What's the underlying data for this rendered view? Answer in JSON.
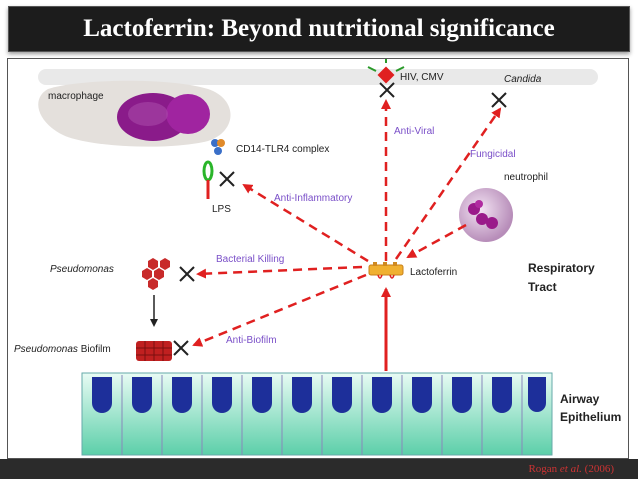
{
  "title": "Lactoferrin: Beyond nutritional significance",
  "citation": {
    "author": "Rogan",
    "etal": "et al.",
    "year": "(2006)"
  },
  "labels": {
    "macrophage": "macrophage",
    "cd14": "CD14-TLR4 complex",
    "lps": "LPS",
    "hiv": "HIV, CMV",
    "candida": "Candida",
    "neutrophil": "neutrophil",
    "pseudomonas": "Pseudomonas",
    "biofilm_italic": "Pseudomonas",
    "biofilm_rest": " Biofilm",
    "lactoferrin": "Lactoferrin",
    "respiratory_1": "Respiratory",
    "respiratory_2": "Tract",
    "airway_1": "Airway",
    "airway_2": "Epithelium"
  },
  "actions": {
    "antiviral": "Anti-Viral",
    "fungicidal": "Fungicidal",
    "antiinflammatory": "Anti-Inflammatory",
    "bacterial": "Bacterial Killing",
    "antibiofilm": "Anti-Biofilm"
  },
  "colors": {
    "arrow": "#e02020",
    "action_text": "#7a4fc8",
    "cell_fill": "#6fd6b8",
    "nucleus": "#1d2f9a",
    "macrophage": "#8a1b8a"
  }
}
